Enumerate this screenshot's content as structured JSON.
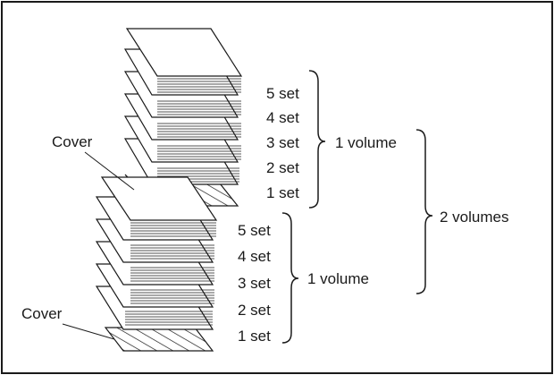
{
  "upper_stack": {
    "cover_label": "Cover",
    "sets": [
      "5 set",
      "4 set",
      "3 set",
      "2 set",
      "1 set"
    ],
    "group_label": "1 volume"
  },
  "lower_stack": {
    "cover_label": "Cover",
    "sets": [
      "5 set",
      "4 set",
      "3 set",
      "2 set",
      "1 set"
    ],
    "group_label": "1 volume"
  },
  "total_label": "2 volumes",
  "colors": {
    "line": "#1a1a1a",
    "background": "#ffffff"
  }
}
